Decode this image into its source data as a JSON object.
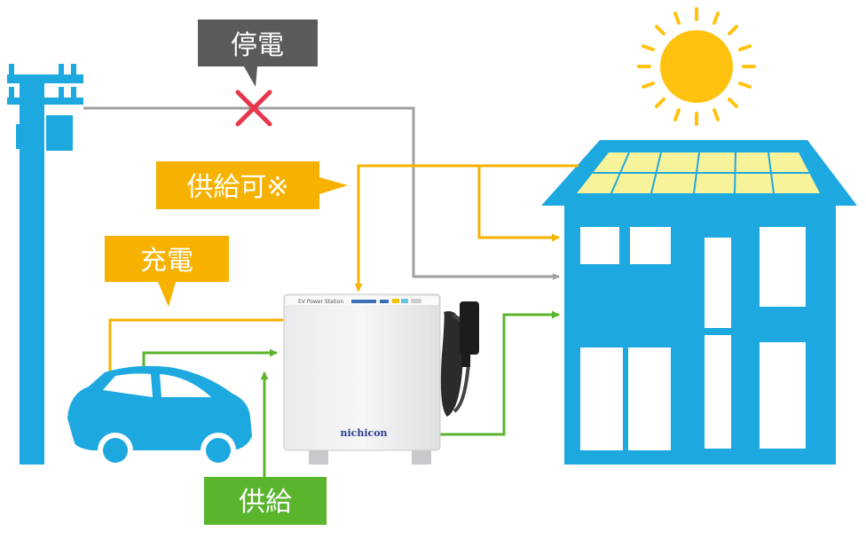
{
  "callouts": {
    "outage": "停電",
    "supply_possible": "供給可※",
    "charge": "充電",
    "supply": "供給"
  },
  "device": {
    "brand": "nichicon",
    "model_label": "EV Power Station"
  },
  "colors": {
    "blue": "#1ea8e0",
    "grid_line": "#a0a0a0",
    "orange": "#f7b100",
    "green": "#5ab52d",
    "outage_box": "#5a5a5a",
    "outage_mark": "#e8374a",
    "sun": "#ffc20e",
    "solar_panel": "#f7f39a"
  },
  "icons": [
    "utility-pole-icon",
    "sun-icon",
    "house-icon",
    "car-icon",
    "power-station-icon",
    "cross-icon"
  ]
}
